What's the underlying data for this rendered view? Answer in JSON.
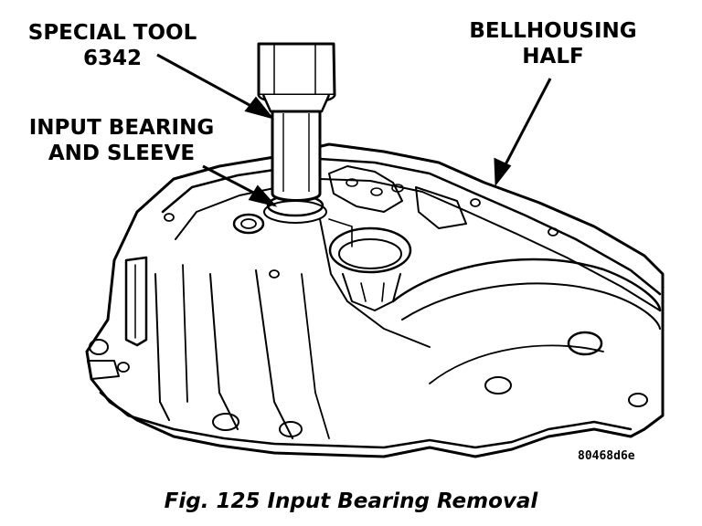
{
  "callouts": {
    "special_tool": [
      "SPECIAL TOOL",
      "6342"
    ],
    "input_bearing": [
      "INPUT BEARING",
      "AND SLEEVE"
    ],
    "bellhousing": [
      "BELLHOUSING",
      "HALF"
    ]
  },
  "reference_code": "80468d6e",
  "caption": "Fig. 125 Input Bearing Removal",
  "colors": {
    "ink": "#000000",
    "paper": "#ffffff"
  }
}
